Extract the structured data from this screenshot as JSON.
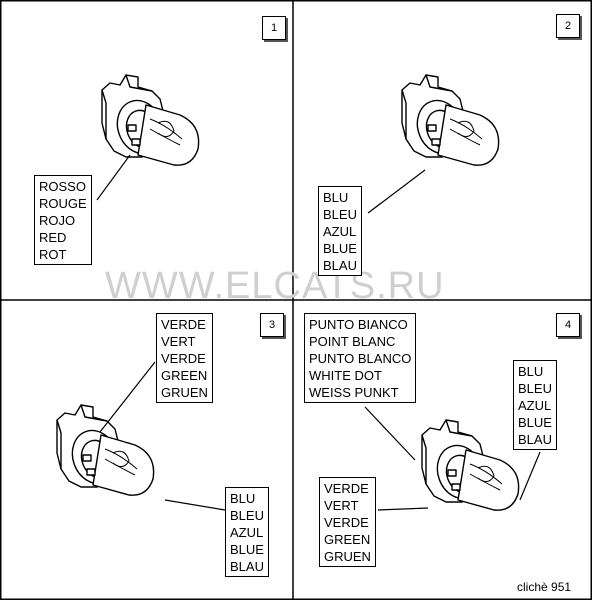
{
  "panels": [
    {
      "number": "1",
      "labels": [
        [
          "ROSSO",
          "ROUGE",
          "ROJO",
          "RED",
          "ROT"
        ]
      ]
    },
    {
      "number": "2",
      "labels": [
        [
          "BLU",
          "BLEU",
          "AZUL",
          "BLUE",
          "BLAU"
        ]
      ]
    },
    {
      "number": "3",
      "labels": [
        [
          "VERDE",
          "VERT",
          "VERDE",
          "GREEN",
          "GRUEN"
        ],
        [
          "BLU",
          "BLEU",
          "AZUL",
          "BLUE",
          "BLAU"
        ]
      ]
    },
    {
      "number": "4",
      "labels": [
        [
          "PUNTO BIANCO",
          "POINT BLANC",
          "PUNTO BLANCO",
          "WHITE DOT",
          "WEISS PUNKT"
        ],
        [
          "BLU",
          "BLEU",
          "AZUL",
          "BLUE",
          "BLAU"
        ],
        [
          "VERDE",
          "VERT",
          "VERDE",
          "GREEN",
          "GRUEN"
        ]
      ]
    }
  ],
  "watermark": "WWW.ELCATS.RU",
  "cliche": "clichè 951"
}
